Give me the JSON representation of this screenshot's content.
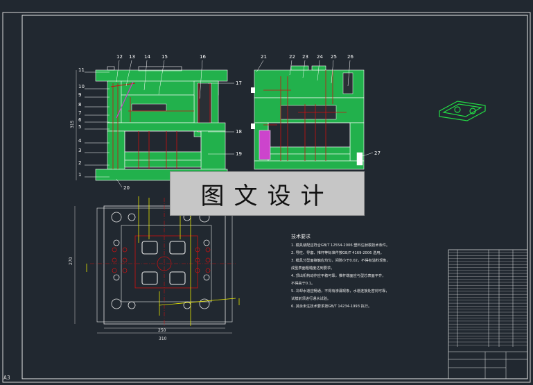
{
  "drawing": {
    "border_color": "#e8e8e8",
    "green": "#22b14c",
    "red": "#d01010",
    "yellow": "#e8e800",
    "cyan": "#00c0c0",
    "magenta": "#cc44cc",
    "background": "#212830"
  },
  "part_labels_left": [
    "11",
    "10",
    "9",
    "8",
    "7",
    "6",
    "5",
    "4",
    "3",
    "2",
    "1"
  ],
  "part_labels_top_left": [
    "12",
    "13",
    "14",
    "15",
    "16"
  ],
  "part_labels_right": [
    "17",
    "18",
    "19"
  ],
  "part_labels_top_right": [
    "21",
    "22",
    "23",
    "24",
    "25",
    "26"
  ],
  "label_20": "20",
  "label_27": "27",
  "watermark": {
    "text": "图文设计"
  },
  "tech_requirements": {
    "title": "技术要求",
    "lines": [
      "1. 模具装配应符合GB/T 12554-2006 塑料注射模技术条件。",
      "2. 导柱、导套、推杆等标准件按GB/T 4169-2006 选用。",
      "3. 模具分型面接触应均匀，间隙小于0.02，不得有溢料现象，",
      "   成型表面粗糙度达到要求。",
      "4. 顶出机构动作应平稳可靠，推杆端面应与型芯表面平齐，",
      "   不得高于0.1。",
      "5. 冷却水道应畅通，不得有渗漏现象，水道连接处密封可靠，",
      "   试模前须进行通水试验。",
      "6. 其余未注技术要求按GB/T 14234-1993 执行。"
    ]
  },
  "bottom_dims": {
    "inner": "250",
    "outer": "310"
  },
  "left_dim": "270",
  "height_dim": "315",
  "corner_text": "A3"
}
